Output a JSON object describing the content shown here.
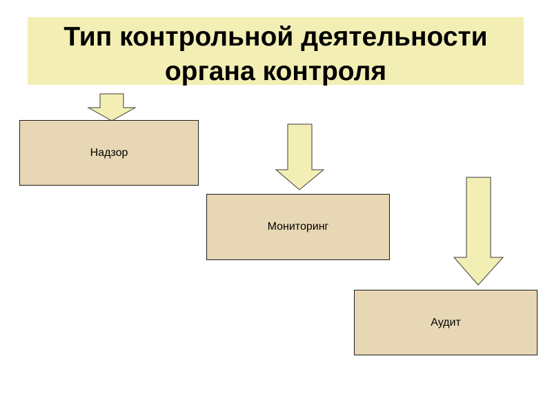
{
  "title": {
    "line1": "Тип контрольной деятельности",
    "line2": "органа контроля"
  },
  "boxes": {
    "nadzor": "Надзор",
    "monitoring": "Мониторинг",
    "audit": "Аудит"
  },
  "colors": {
    "title_background": "#f3eeb4",
    "box_fill": "#e8d7b4",
    "arrow_fill": "#f3eeb4",
    "border": "#1a1a1a"
  }
}
